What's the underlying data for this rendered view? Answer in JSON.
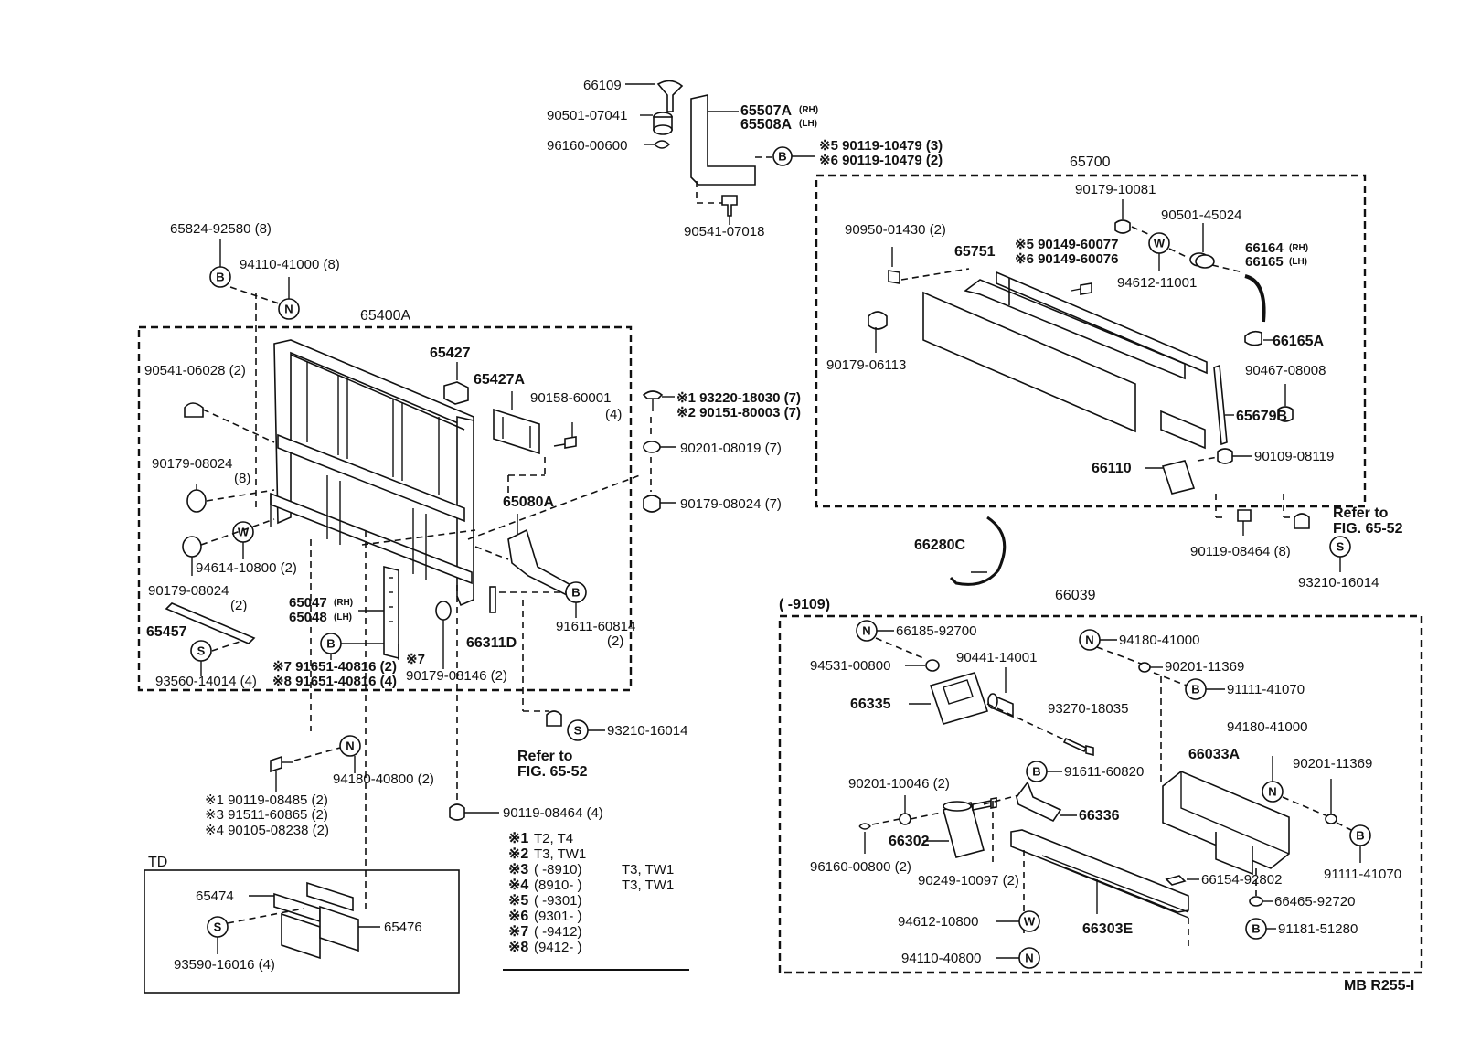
{
  "labels": {
    "l66109": "66109",
    "l90501_07041": "90501-07041",
    "l96160_00600": "96160-00600",
    "l65507A": "65507A",
    "l65507A_rh": "(RH)",
    "l65508A": "65508A",
    "l65508A_lh": "(LH)",
    "l5_90119": "※5 90119-10479 (3)",
    "l6_90119": "※6 90119-10479 (2)",
    "l90541_07018": "90541-07018",
    "l65700": "65700",
    "l90179_10081": "90179-10081",
    "l90501_45024": "90501-45024",
    "l90950_01430": "90950-01430 (2)",
    "l65751": "65751",
    "l5_90149": "※5 90149-60077",
    "l6_90149": "※6 90149-60076",
    "l94612_11001": "94612-11001",
    "l66164": "66164",
    "l66164_rh": "(RH)",
    "l66165": "66165",
    "l66165_lh": "(LH)",
    "l90179_06113": "90179-06113",
    "l66165A": "66165A",
    "l90467_08008": "90467-08008",
    "l65679B": "65679B",
    "l66110": "66110",
    "l90109_08119": "90109-08119",
    "l_refer1a": "Refer to",
    "l_refer1b": "FIG. 65-52",
    "l90119_08464_8": "90119-08464 (8)",
    "l93210_16014_a": "93210-16014",
    "l66280C": "66280C",
    "l65824": "65824-92580 (8)",
    "l94110_41000": "94110-41000 (8)",
    "l65400A": "65400A",
    "l90541_06028": "90541-06028 (2)",
    "l65427": "65427",
    "l65427A": "65427A",
    "l90158_60001": "90158-60001",
    "l90158_qty": "(4)",
    "l1_93220": "※1 93220-18030 (7)",
    "l2_90151": "※2 90151-80003 (7)",
    "l90201_08019": "90201-08019 (7)",
    "l90179_08024_top": "90179-08024",
    "l90179_08024_top_q": "(8)",
    "l90179_08024_7": "90179-08024 (7)",
    "l65080A": "65080A",
    "l94614_10800": "94614-10800 (2)",
    "l90179_08024_b": "90179-08024",
    "l90179_08024_bq": "(2)",
    "l65047": "65047",
    "l65047_rh": "(RH)",
    "l65048": "65048",
    "l65048_lh": "(LH)",
    "l65457": "65457",
    "l7_91651": "※7 91651-40816 (2)",
    "l8_91651": "※8 91651-40816 (4)",
    "l_star7": "※7",
    "l90179_08146": "90179-08146 (2)",
    "l66311D": "66311D",
    "l91611_60814": "91611-60814",
    "l91611_q": "(2)",
    "l93560_14014": "93560-14014 (4)",
    "l93210_16014_b": "93210-16014",
    "l_refer2a": "Refer to",
    "l_refer2b": "FIG. 65-52",
    "l90119_08485": "※1 90119-08485 (2)",
    "l91511_60865": "※3 91511-60865 (2)",
    "l90105_08238": "※4 90105-08238 (2)",
    "l94180_40800": "94180-40800 (2)",
    "l90119_08464_4": "90119-08464 (4)",
    "lTD": "TD",
    "l65474": "65474",
    "l65476": "65476",
    "l93590_16016": "93590-16016 (4)",
    "l66039": "66039",
    "l_9109": "(      -9109)",
    "l66185": "66185-92700",
    "l94180_41000_a": "94180-41000",
    "l94531": "94531-00800",
    "l90441": "90441-14001",
    "l90201_11369_a": "90201-11369",
    "l91111_41070_a": "91111-41070",
    "l66335": "66335",
    "l93270": "93270-18035",
    "l94180_41000_b": "94180-41000",
    "l66033A": "66033A",
    "l90201_11369_b": "90201-11369",
    "l90201_10046": "90201-10046 (2)",
    "l91611_60820": "91611-60820",
    "l66336": "66336",
    "l66302": "66302",
    "l96160_00800": "96160-00800 (2)",
    "l90249_10097": "90249-10097 (2)",
    "l91111_41070_b": "91111-41070",
    "l66154": "66154-92802",
    "l66465": "66465-92720",
    "l91181": "91181-51280",
    "l94612_10800": "94612-10800",
    "l66303E": "66303E",
    "l94110_40800": "94110-40800",
    "l_mb": "MB R255-I"
  },
  "legend": [
    {
      "mark": "※1",
      "range": "T2, T4",
      "models": ""
    },
    {
      "mark": "※2",
      "range": "T3, TW1",
      "models": ""
    },
    {
      "mark": "※3",
      "range": "(        -8910)",
      "models": "T3, TW1"
    },
    {
      "mark": "※4",
      "range": "(8910-        )",
      "models": "T3, TW1"
    },
    {
      "mark": "※5",
      "range": "(        -9301)",
      "models": ""
    },
    {
      "mark": "※6",
      "range": "(9301-        )",
      "models": ""
    },
    {
      "mark": "※7",
      "range": "(        -9412)",
      "models": ""
    },
    {
      "mark": "※8",
      "range": "(9412-        )",
      "models": ""
    }
  ],
  "symbols": {
    "B": "B",
    "N": "N",
    "W": "W",
    "S": "S"
  }
}
